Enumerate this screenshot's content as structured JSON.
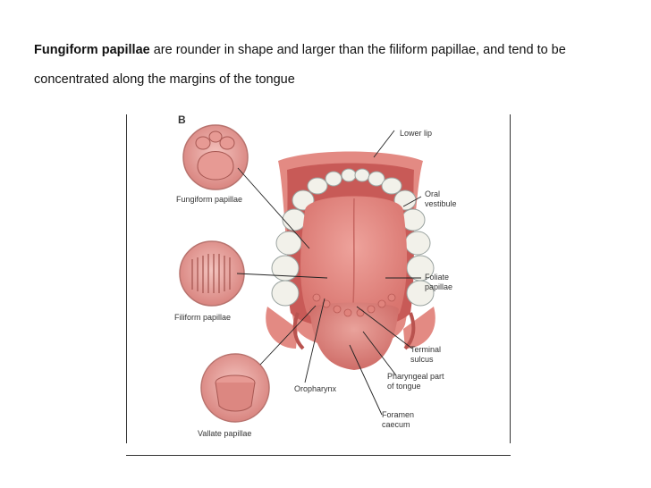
{
  "text": {
    "term": "Fungiform papillae",
    "rest": " are rounder in shape and larger than the filiform papillae, and tend to be concentrated along the margins of the tongue"
  },
  "figure": {
    "panel_letter": "B",
    "labels": {
      "lower_lip": "Lower lip",
      "oral_vestibule_1": "Oral",
      "oral_vestibule_2": "vestibule",
      "fungiform": "Fungiform papillae",
      "foliate_1": "Foliate",
      "foliate_2": "papillae",
      "filiform": "Filiform papillae",
      "terminal_1": "Terminal",
      "terminal_2": "sulcus",
      "pharyngeal_1": "Pharyngeal part",
      "pharyngeal_2": "of tongue",
      "oropharynx": "Oropharynx",
      "foramen_1": "Foramen",
      "foramen_2": "caecum",
      "vallate": "Vallate papillae"
    },
    "colors": {
      "lip": "#e38a83",
      "mouth": "#c85a57",
      "tongue": "#e58e87",
      "tongue_shade": "#d46f6a",
      "teeth": "#f2f1ea",
      "teeth_edge": "#9aa3a0",
      "leader": "#222222",
      "label": "#333333"
    }
  }
}
